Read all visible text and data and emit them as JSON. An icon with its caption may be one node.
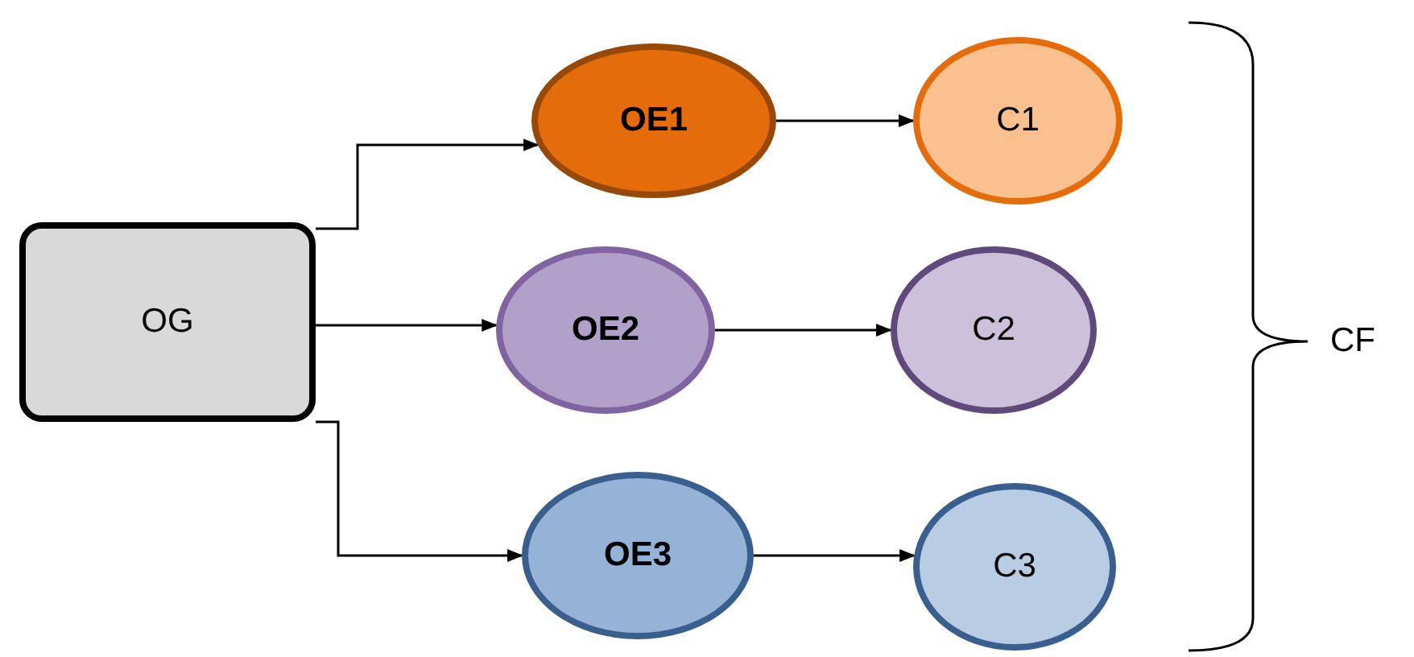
{
  "diagram": {
    "nodes": [
      {
        "text": [
          "OG"
        ]
      },
      {
        "text": [
          "OE1"
        ]
      },
      {
        "text": [
          "OE2"
        ]
      },
      {
        "text": [
          "OE3"
        ]
      },
      {
        "text": [
          "C1"
        ]
      },
      {
        "text": [
          "C2"
        ]
      },
      {
        "text": [
          "C3"
        ]
      }
    ],
    "edges": [
      {
        "from": 0,
        "to": 1,
        "arrow": "to"
      },
      {
        "from": 0,
        "to": 2,
        "arrow": "to"
      },
      {
        "from": 0,
        "to": 3,
        "arrow": "to"
      },
      {
        "from": 1,
        "to": 4,
        "arrow": "to"
      },
      {
        "from": 2,
        "to": 5,
        "arrow": "to"
      },
      {
        "from": 3,
        "to": 6,
        "arrow": "to"
      }
    ],
    "labels": [
      "CF"
    ]
  }
}
